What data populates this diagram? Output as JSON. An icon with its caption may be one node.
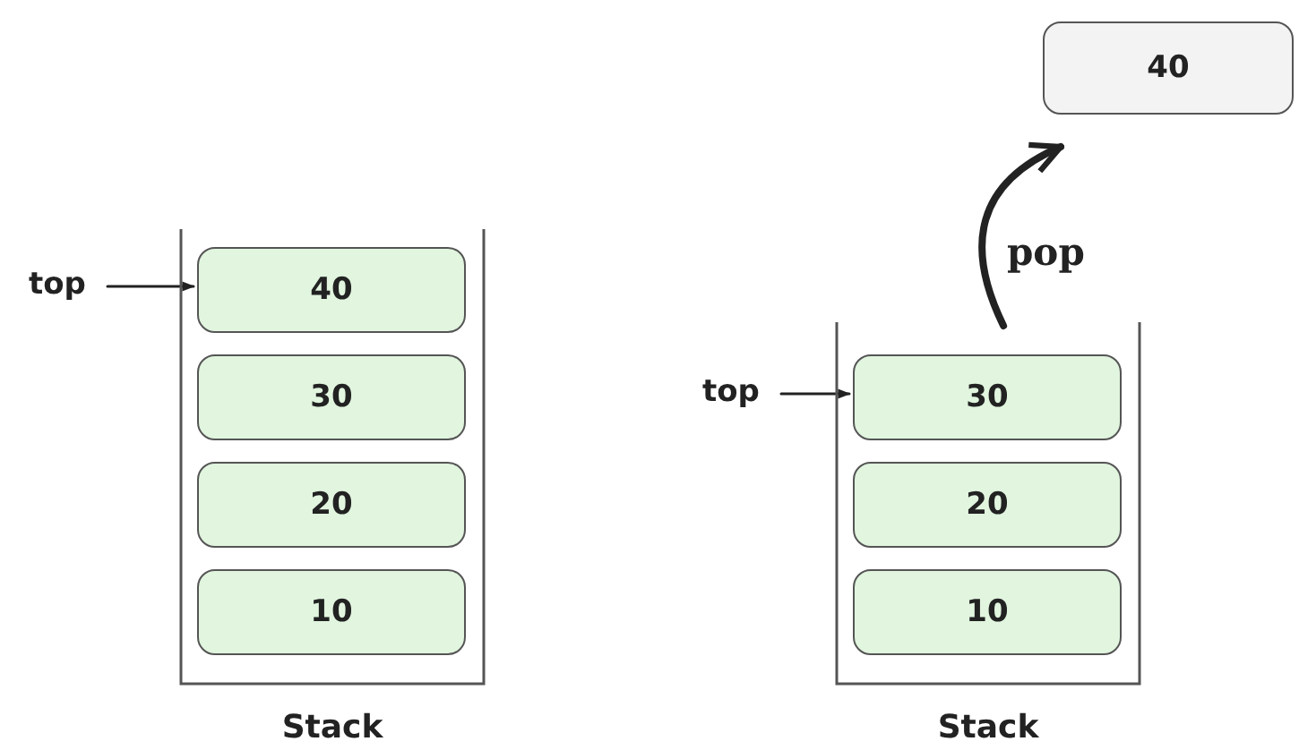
{
  "diagram": {
    "nodes": [
      {
        "text": [
          "Stack"
        ]
      },
      {
        "text": [
          "40"
        ],
        "in": 0
      },
      {
        "text": [
          "30"
        ],
        "in": 0
      },
      {
        "text": [
          "20"
        ],
        "in": 0
      },
      {
        "text": [
          "10"
        ],
        "in": 0
      },
      {
        "text": [
          "top"
        ]
      },
      {
        "text": [
          "40"
        ]
      },
      {
        "text": [
          "Stack"
        ]
      },
      {
        "text": [
          "30"
        ],
        "in": 7
      },
      {
        "text": [
          "20"
        ],
        "in": 7
      },
      {
        "text": [
          "10"
        ],
        "in": 7
      },
      {
        "text": [
          "top"
        ]
      }
    ],
    "edges": [
      {
        "from": 5,
        "to": 1,
        "arrow": "to"
      },
      {
        "from": 11,
        "to": 8,
        "arrow": "to"
      },
      {
        "from": 7,
        "to": 6,
        "arrow": "to",
        "label": "pop",
        "style": "thick"
      }
    ]
  }
}
